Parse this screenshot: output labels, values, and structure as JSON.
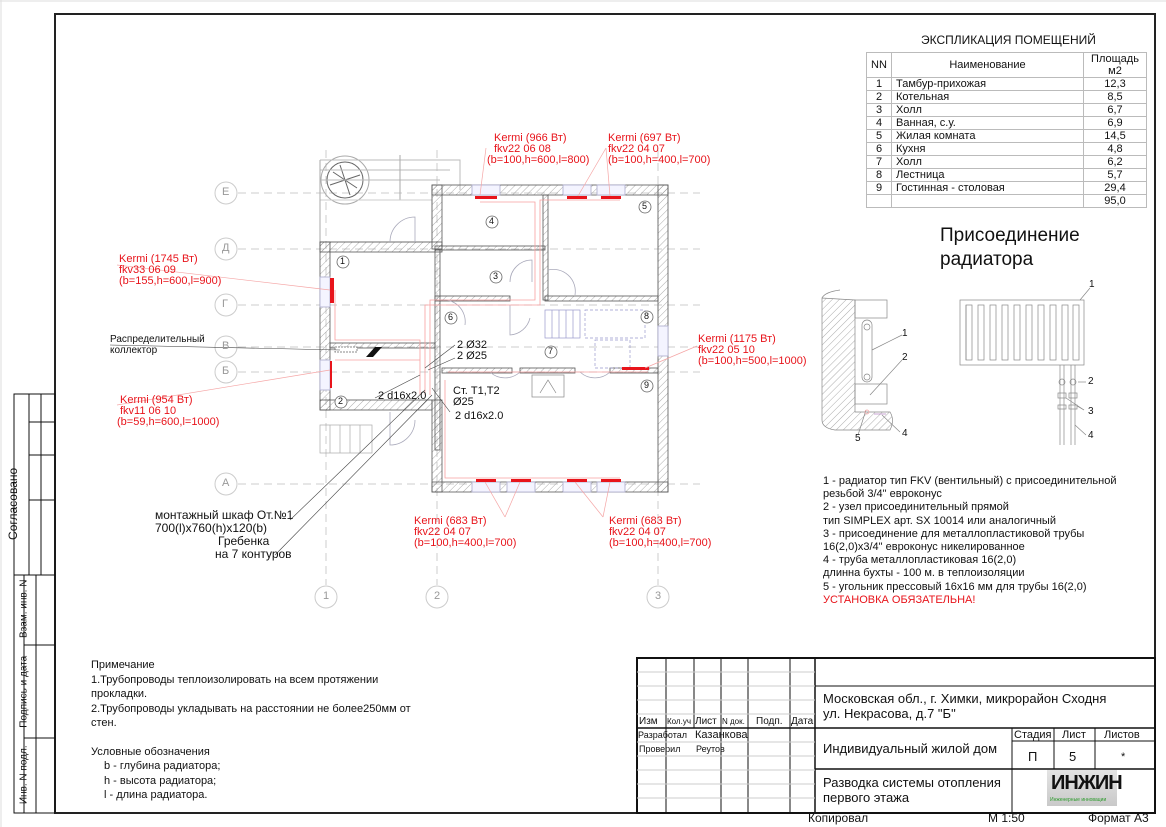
{
  "explication": {
    "title": "ЭКСПЛИКАЦИЯ ПОМЕЩЕНИЙ",
    "headers": [
      "NN",
      "Наименование",
      "Площадь м2"
    ],
    "rows": [
      {
        "n": "1",
        "name": "Тамбур-прихожая",
        "area": "12,3"
      },
      {
        "n": "2",
        "name": "Котельная",
        "area": "8,5"
      },
      {
        "n": "3",
        "name": "Холл",
        "area": "6,7"
      },
      {
        "n": "4",
        "name": "Ванная, с.у.",
        "area": "6,9"
      },
      {
        "n": "5",
        "name": "Жилая комната",
        "area": "14,5"
      },
      {
        "n": "6",
        "name": "Кухня",
        "area": "4,8"
      },
      {
        "n": "7",
        "name": "Холл",
        "area": "6,2"
      },
      {
        "n": "8",
        "name": "Лестница",
        "area": "5,7"
      },
      {
        "n": "9",
        "name": "Гостинная - столовая",
        "area": "29,4"
      }
    ],
    "total": "95,0"
  },
  "connection": {
    "title_line1": "Присоединение",
    "title_line2": "радиатора",
    "callouts": [
      "1",
      "2",
      "3",
      "4",
      "5"
    ],
    "legend": [
      "1 - радиатор тип FKV (вентильный) с присоединительной",
      "резьбой 3/4\" евроконус",
      "2 - узел присоединительный прямой",
      "тип SIMPLEX  арт. SX 10014 или аналогичный",
      "3 - присоединение для металлопластиковой трубы",
      "16(2,0)х3/4\" евроконус никелированное",
      "4 - труба металлопластиковая 16(2,0)",
      "длинна бухты - 100 м. в теплоизоляции",
      "5 - угольник прессовый 16х16 мм для трубы 16(2,0)"
    ],
    "warning": "УСТАНОВКА ОБЯЗАТЕЛЬНА!"
  },
  "radiators": [
    {
      "brand": "Kermi  (966 Вт)",
      "model": "fkv22 06 08",
      "dims": "(b=100,h=600,l=800)"
    },
    {
      "brand": "Kermi  (697 Вт)",
      "model": "fkv22 04 07",
      "dims": "(b=100,h=400,l=700)"
    },
    {
      "brand": "Kermi  (1745 Вт)",
      "model": "fkv33 06 09",
      "dims": "(b=155,h=600,l=900)"
    },
    {
      "brand": "Kermi  (1175 Вт)",
      "model": "fkv22 05 10",
      "dims": "(b=100,h=500,l=1000)"
    },
    {
      "brand": "Kermi  (954 Вт)",
      "model": "fkv11 06 10",
      "dims": "(b=59,h=600,l=1000)"
    },
    {
      "brand": "Kermi  (683 Вт)",
      "model": "fkv22 04 07",
      "dims": "(b=100,h=400,l=700)"
    },
    {
      "brand": "Kermi  (683 Вт)",
      "model": "fkv22 04 07",
      "dims": "(b=100,h=400,l=700)"
    }
  ],
  "plan": {
    "axes_letters": [
      "Е",
      "Д",
      "Г",
      "В",
      "Б",
      "А"
    ],
    "axes_numbers": [
      "1",
      "2",
      "3"
    ],
    "room_numbers": [
      "1",
      "2",
      "3",
      "4",
      "5",
      "6",
      "7",
      "8",
      "9"
    ],
    "collector_line1": "Распределительный",
    "collector_line2": "коллектор",
    "pipe_1": "2 Ø32",
    "pipe_2": "2 Ø25",
    "pipe_3": "2 d16x2.0",
    "pipe_4": "2 d16x2.0",
    "riser_line1": "Ст. Т1,Т2",
    "riser_line2": "Ø25",
    "cabinet_line1": "монтажный шкаф От.№1",
    "cabinet_line2": "700(l)x760(h)x120(b)",
    "manifold_line1": "Гребенка",
    "manifold_line2": "на 7 контуров"
  },
  "notes": {
    "title": "Примечание",
    "lines": [
      "1.Трубопроводы теплоизолировать на всем протяжении",
      "прокладки.",
      "2.Трубопроводы укладывать на расстоянии не более250мм от",
      "стен."
    ],
    "legend_title": "Условные обозначения",
    "legend": [
      "b - глубина радиатора;",
      "h - высота радиатора;",
      "l  - длина радиатора."
    ]
  },
  "side_stamp": {
    "agreed": "Согласовано",
    "replace_inv": "Взам. инв. N",
    "sign_date": "Подпись и дата",
    "inv_orig": "Инв. N подл."
  },
  "title_block": {
    "address_line1": "Московская обл., г. Химки, микрорайон Сходня",
    "address_line2": "ул. Некрасова, д.7 \"Б\"",
    "col_headers": [
      "Изм",
      "Кол.уч",
      "Лист",
      "N док.",
      "Подп.",
      "Дата"
    ],
    "developed_label": "Разработал",
    "developed_name": "Казанкова",
    "checked_label": "Проверил",
    "checked_name": "Реутов",
    "project": "Индивидуальный жилой дом",
    "stage_label": "Стадия",
    "sheet_label": "Лист",
    "sheets_label": "Листов",
    "stage": "П",
    "sheet": "5",
    "sheets": "*",
    "drawing_line1": "Разводка системы отопления",
    "drawing_line2": "первого этажа",
    "logo_text": "ИНЖИН",
    "logo_sub": "Инженерные инновации",
    "copied": "Копировал",
    "scale": "М 1:50",
    "format": "Формат А3"
  }
}
